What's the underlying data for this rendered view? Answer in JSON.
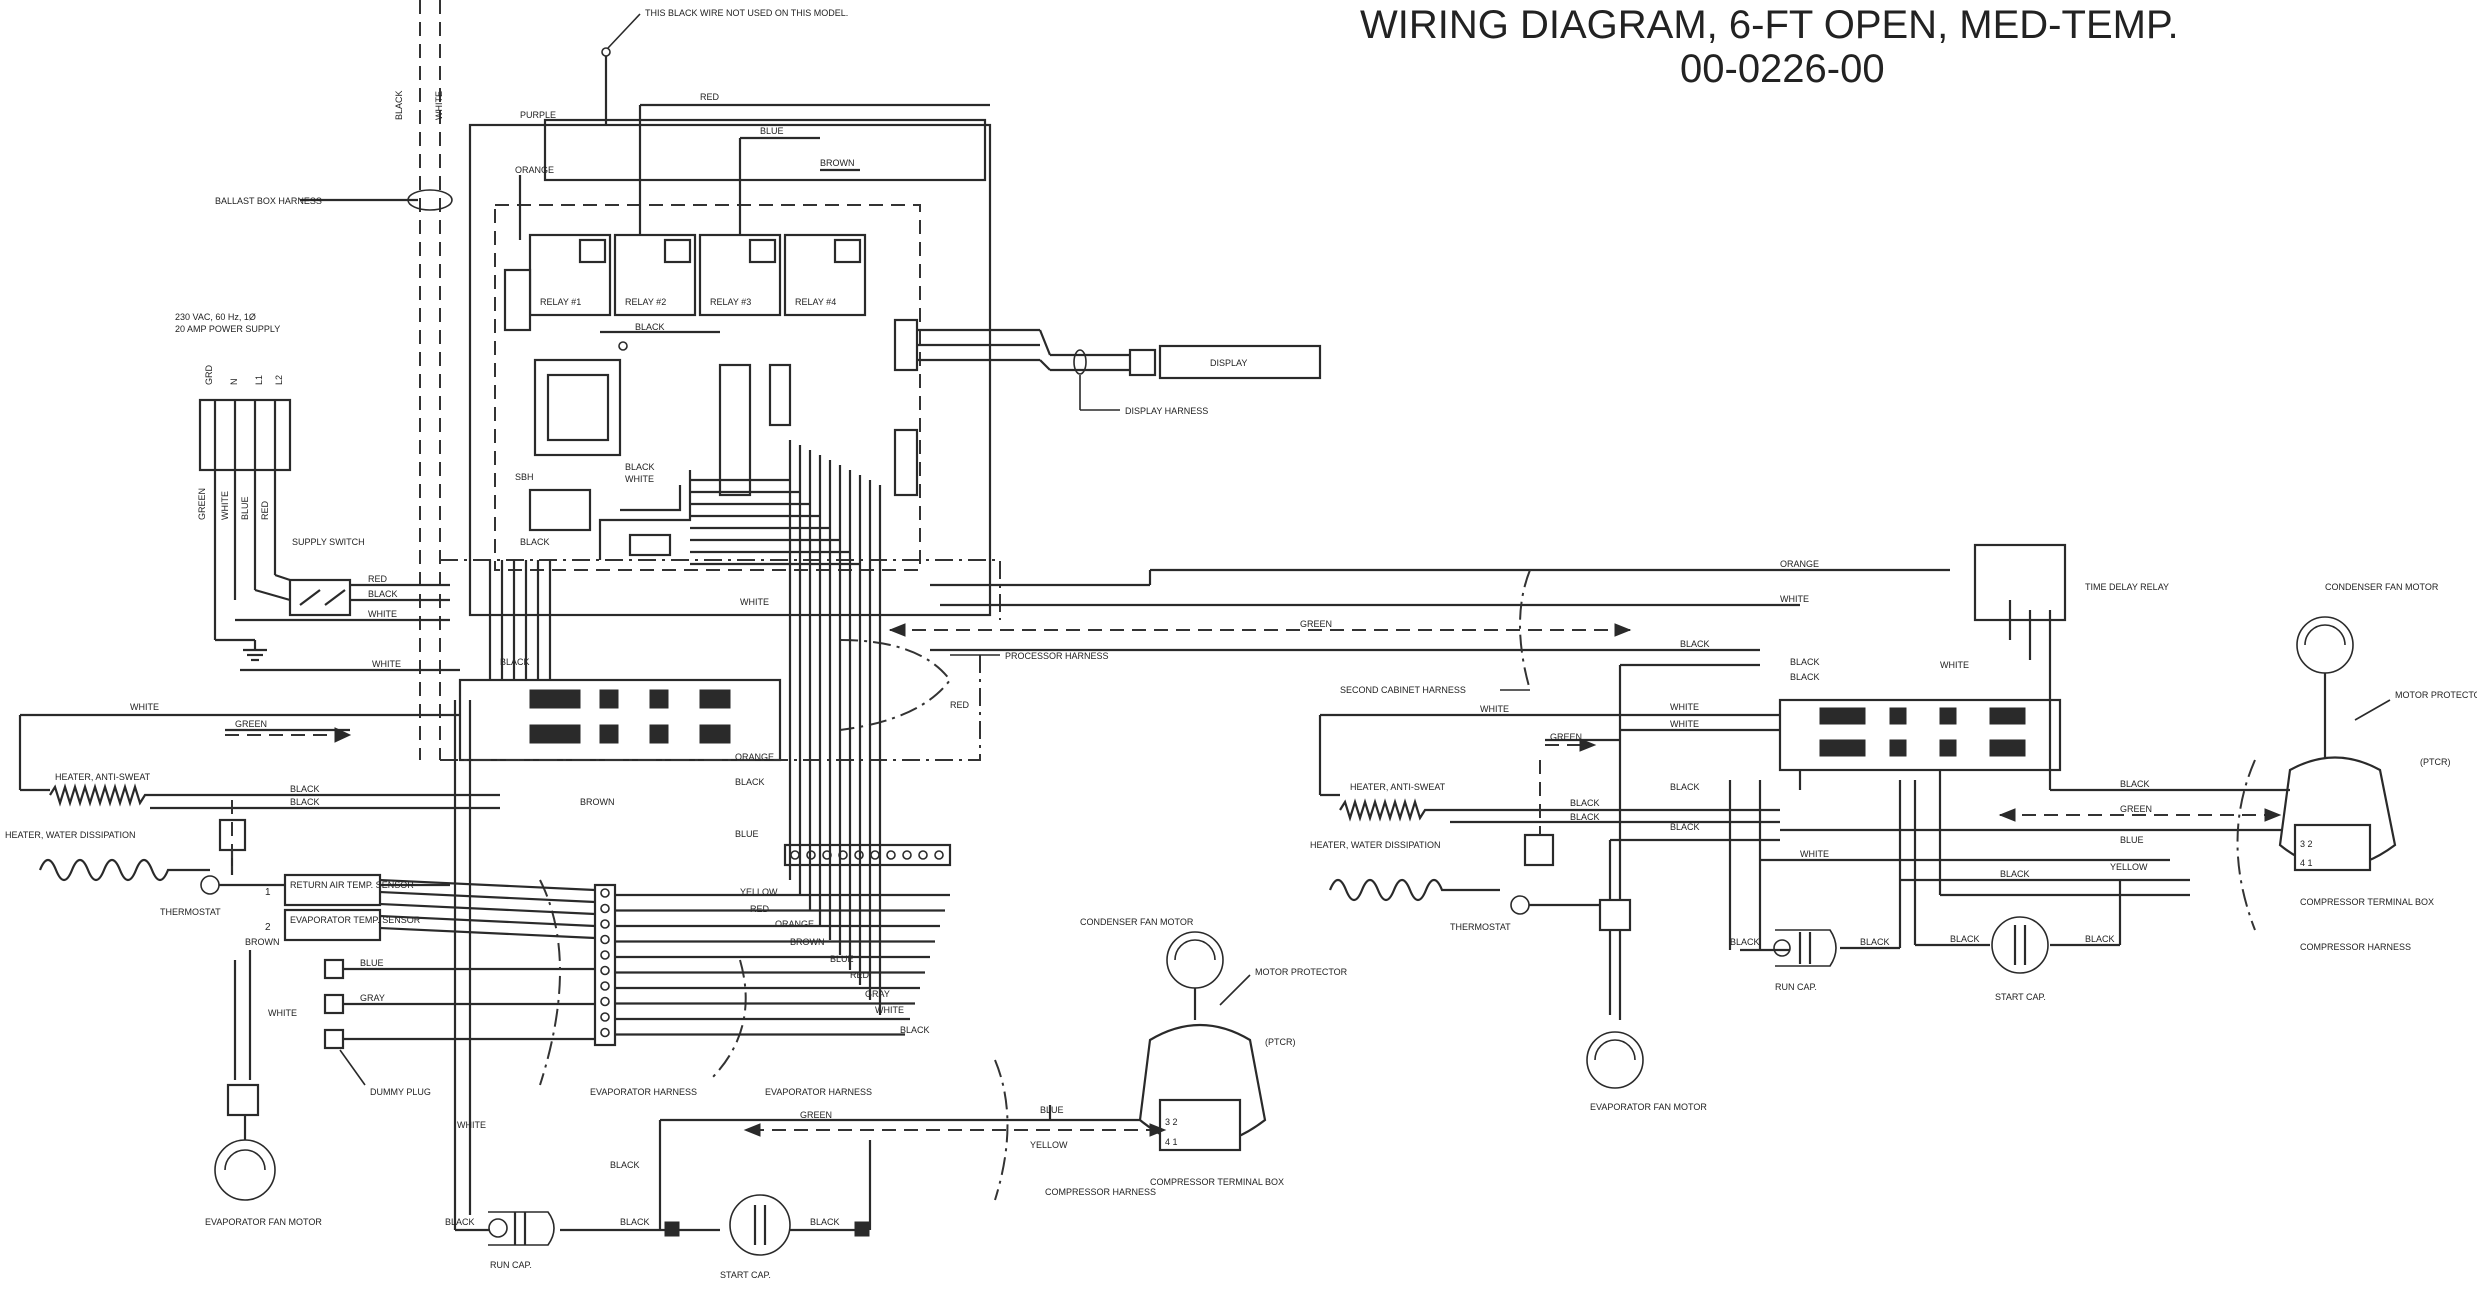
{
  "title": {
    "line1": "WIRING DIAGRAM, 6-FT OPEN, MED-TEMP.",
    "line2": "00-0226-00"
  },
  "notes": {
    "black_wire": "THIS BLACK WIRE NOT USED ON THIS MODEL.",
    "power_supply_line1": "230 VAC, 60 Hz, 1Ø",
    "power_supply_line2": "20 AMP POWER SUPPLY"
  },
  "power_terminals": [
    "GRD",
    "N",
    "L1",
    "L2"
  ],
  "components": {
    "ballast_box_harness": "BALLAST BOX HARNESS",
    "display": "DISPLAY",
    "display_harness": "DISPLAY HARNESS",
    "supply_switch": "SUPPLY SWITCH",
    "processor_harness": "PROCESSOR HARNESS",
    "heater_anti_sweat": "HEATER, ANTI-SWEAT",
    "heater_water_dissipation": "HEATER, WATER DISSIPATION",
    "thermostat": "THERMOSTAT",
    "return_air_sensor": "RETURN AIR TEMP. SENSOR",
    "evaporator_sensor": "EVAPORATOR TEMP. SENSOR",
    "sensor_num_1": "1",
    "sensor_num_2": "2",
    "dummy_plug": "DUMMY PLUG",
    "evaporator_harness": "EVAPORATOR HARNESS",
    "evaporator_fan_motor": "EVAPORATOR FAN MOTOR",
    "condenser_fan_motor": "CONDENSER FAN MOTOR",
    "motor_protector": "MOTOR PROTECTOR",
    "ptcr": "(PTCR)",
    "compressor_terminal_box": "COMPRESSOR TERMINAL BOX",
    "compressor_harness": "COMPRESSOR HARNESS",
    "run_cap": "RUN CAP.",
    "start_cap": "START CAP.",
    "second_cabinet_harness": "SECOND CABINET HARNESS",
    "time_delay_relay": "TIME DELAY RELAY",
    "sbh": "SBH",
    "relays": [
      "RELAY #1",
      "RELAY #2",
      "RELAY #3",
      "RELAY #4"
    ]
  },
  "wire_colors": {
    "purple": "PURPLE",
    "red": "RED",
    "blue": "BLUE",
    "brown": "BROWN",
    "orange": "ORANGE",
    "black": "BLACK",
    "white": "WHITE",
    "green": "GREEN",
    "yellow": "YELLOW",
    "gray": "GRAY"
  },
  "colors": {
    "ink": "#2a2a2a",
    "background": "#ffffff"
  }
}
